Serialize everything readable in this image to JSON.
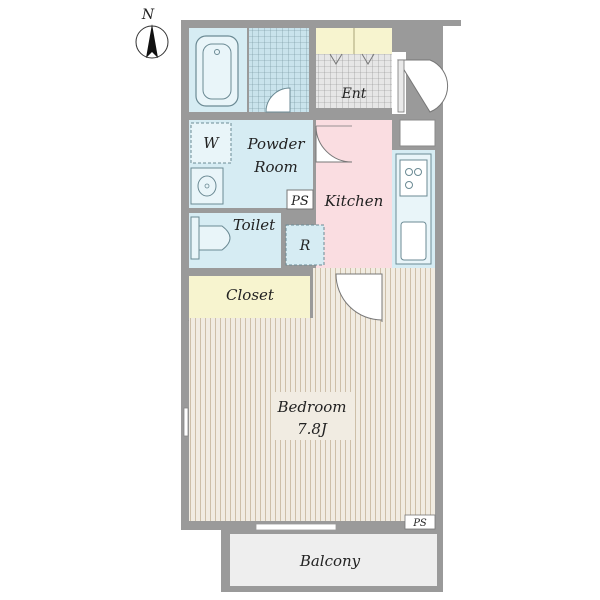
{
  "compass": {
    "north_label": "N"
  },
  "rooms": {
    "entrance": "Ent",
    "powder_line1": "Powder",
    "powder_line2": "Room",
    "washer": "W",
    "pipe_space_kitchen": "PS",
    "kitchen": "Kitchen",
    "toilet": "Toilet",
    "refrigerator": "R",
    "closet": "Closet",
    "bedroom": "Bedroom",
    "bedroom_size": "7.8J",
    "pipe_space_balcony": "PS",
    "balcony": "Balcony"
  },
  "colors": {
    "wall": "#9a9a9a",
    "wet_area": "#d6ecf3",
    "kitchen": "#fadde1",
    "entrance": "#f5f5f5",
    "closet": "#f7f4cf",
    "bedroom": "#f1ece2",
    "bedroom_stripe": "#cdbfa8",
    "balcony": "#eeeeee"
  }
}
